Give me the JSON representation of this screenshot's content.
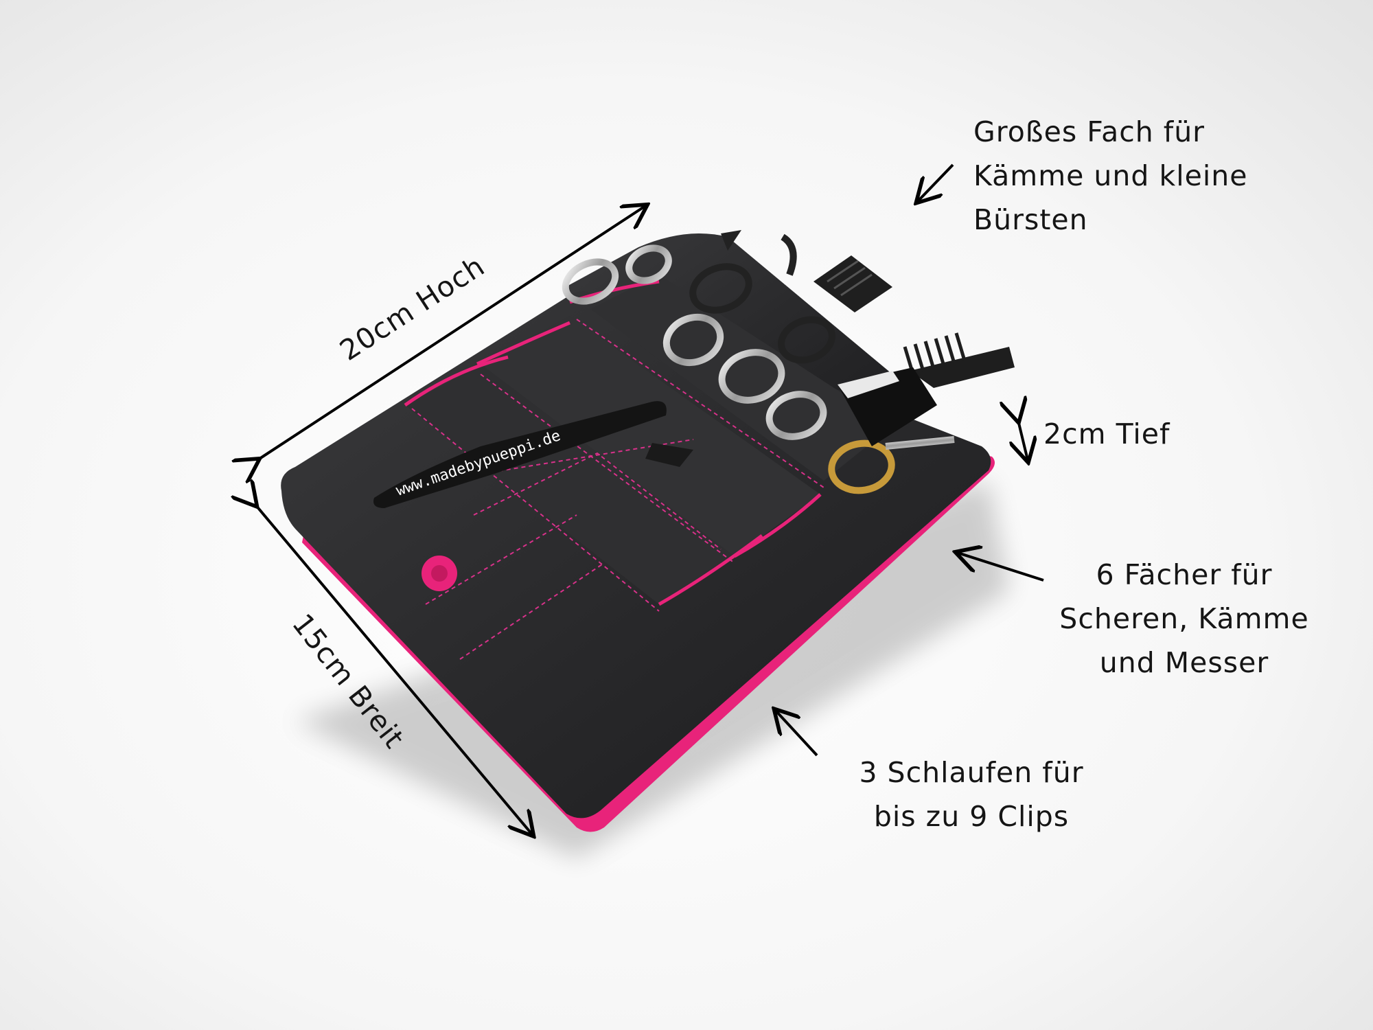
{
  "annotations": {
    "height": "20cm Hoch",
    "width": "15cm Breit",
    "depth": "2cm Tief",
    "big_compartment": [
      "Großes Fach für",
      "Kämme und kleine",
      "Bürsten"
    ],
    "compartments": [
      "6 Fächer für",
      "Scheren, Kämme",
      "und Messer"
    ],
    "loops": [
      "3 Schlaufen für",
      "bis zu 9 Clips"
    ]
  },
  "product": {
    "clip_text": "www.madebypueppi.de"
  },
  "colors": {
    "leather": "#2a2a2c",
    "accent_pink": "#e8237a",
    "arrow": "#000000"
  }
}
